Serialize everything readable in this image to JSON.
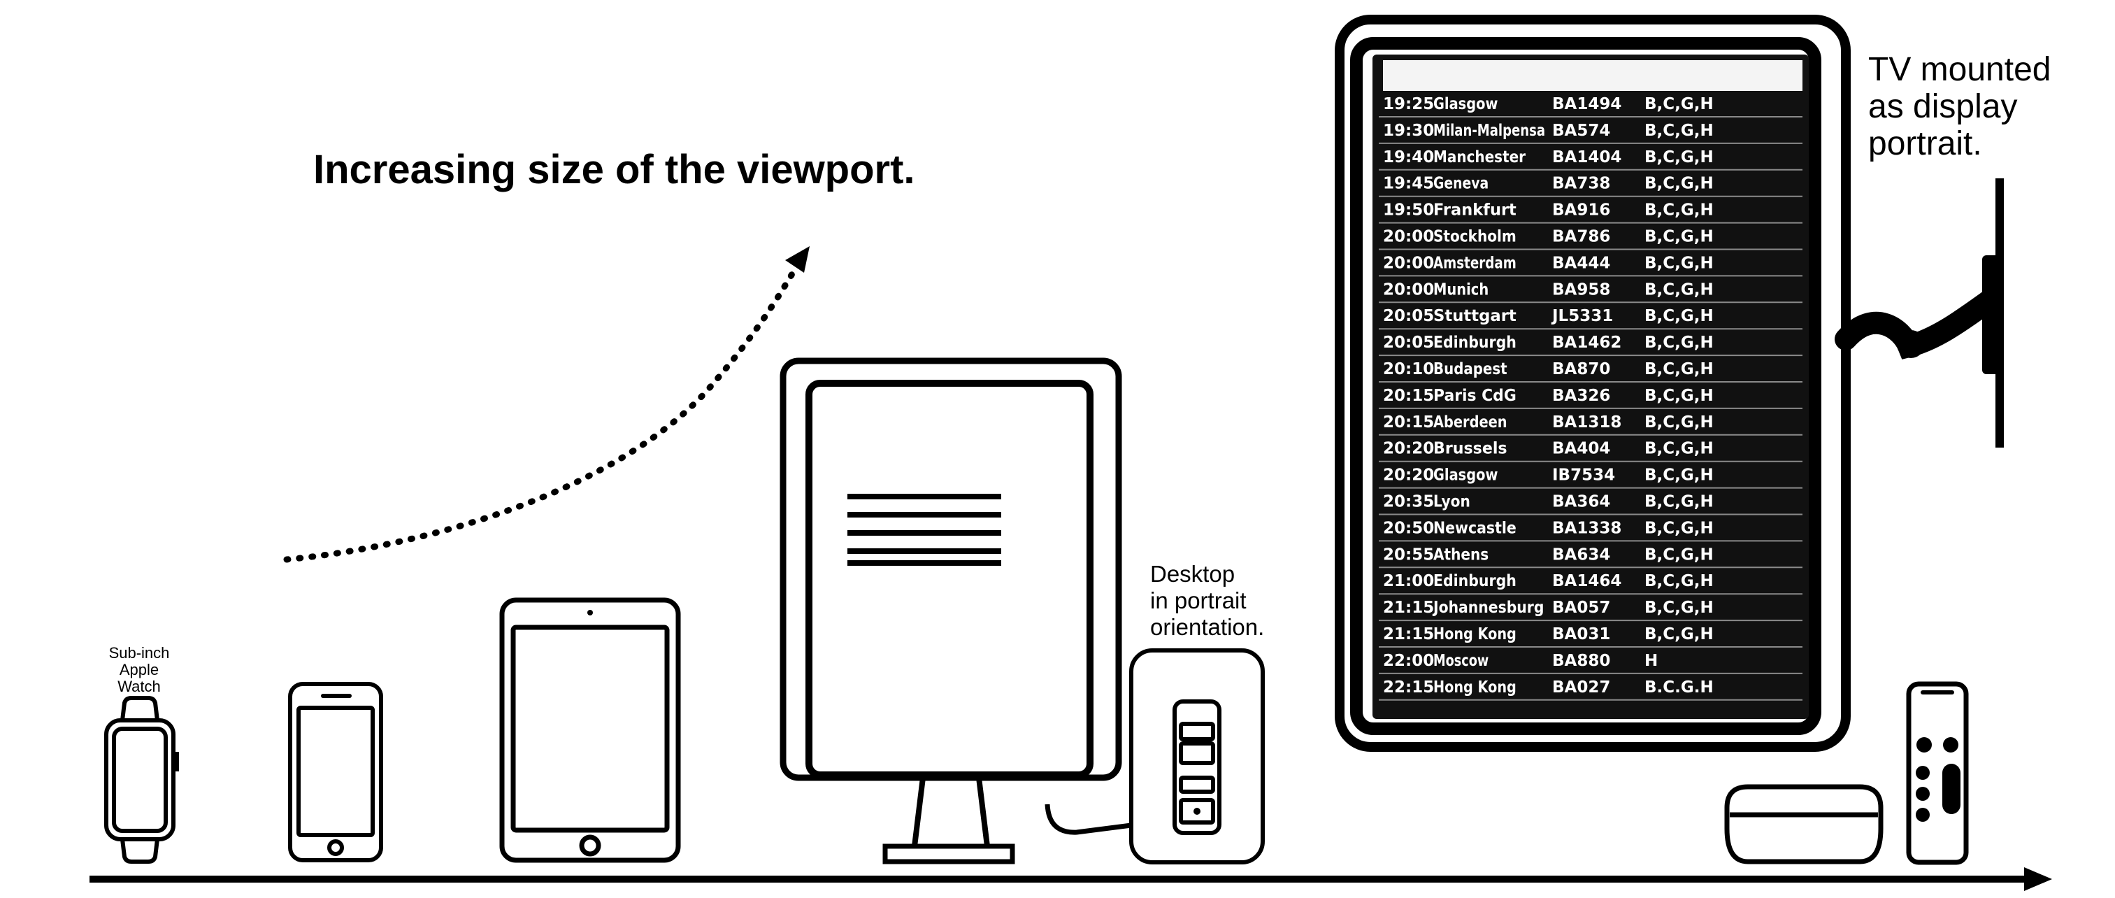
{
  "title": "Increasing size of the viewport.",
  "labels": {
    "watch": [
      "Sub-inch",
      "Apple",
      "Watch"
    ],
    "desktop": [
      "Desktop",
      "in portrait",
      "orientation."
    ],
    "tv": [
      "TV mounted",
      "as display",
      "portrait."
    ]
  },
  "departures": [
    {
      "time": "19:25",
      "destination": "Glasgow",
      "flight": "BA1494",
      "gates": "B,C,G,H"
    },
    {
      "time": "19:30",
      "destination": "Milan-Malpensa",
      "flight": "BA574",
      "gates": "B,C,G,H"
    },
    {
      "time": "19:40",
      "destination": "Manchester",
      "flight": "BA1404",
      "gates": "B,C,G,H"
    },
    {
      "time": "19:45",
      "destination": "Geneva",
      "flight": "BA738",
      "gates": "B,C,G,H"
    },
    {
      "time": "19:50",
      "destination": "Frankfurt",
      "flight": "BA916",
      "gates": "B,C,G,H"
    },
    {
      "time": "20:00",
      "destination": "Stockholm",
      "flight": "BA786",
      "gates": "B,C,G,H"
    },
    {
      "time": "20:00",
      "destination": "Amsterdam",
      "flight": "BA444",
      "gates": "B,C,G,H"
    },
    {
      "time": "20:00",
      "destination": "Munich",
      "flight": "BA958",
      "gates": "B,C,G,H"
    },
    {
      "time": "20:05",
      "destination": "Stuttgart",
      "flight": "JL5331",
      "gates": "B,C,G,H"
    },
    {
      "time": "20:05",
      "destination": "Edinburgh",
      "flight": "BA1462",
      "gates": "B,C,G,H"
    },
    {
      "time": "20:10",
      "destination": "Budapest",
      "flight": "BA870",
      "gates": "B,C,G,H"
    },
    {
      "time": "20:15",
      "destination": "Paris CdG",
      "flight": "BA326",
      "gates": "B,C,G,H"
    },
    {
      "time": "20:15",
      "destination": "Aberdeen",
      "flight": "BA1318",
      "gates": "B,C,G,H"
    },
    {
      "time": "20:20",
      "destination": "Brussels",
      "flight": "BA404",
      "gates": "B,C,G,H"
    },
    {
      "time": "20:20",
      "destination": "Glasgow",
      "flight": "IB7534",
      "gates": "B,C,G,H"
    },
    {
      "time": "20:35",
      "destination": "Lyon",
      "flight": "BA364",
      "gates": "B,C,G,H"
    },
    {
      "time": "20:50",
      "destination": "Newcastle",
      "flight": "BA1338",
      "gates": "B,C,G,H"
    },
    {
      "time": "20:55",
      "destination": "Athens",
      "flight": "BA634",
      "gates": "B,C,G,H"
    },
    {
      "time": "21:00",
      "destination": "Edinburgh",
      "flight": "BA1464",
      "gates": "B,C,G,H"
    },
    {
      "time": "21:15",
      "destination": "Johannesburg",
      "flight": "BA057",
      "gates": "B,C,G,H"
    },
    {
      "time": "21:15",
      "destination": "Hong Kong",
      "flight": "BA031",
      "gates": "B,C,G,H"
    },
    {
      "time": "22:00",
      "destination": "Moscow",
      "flight": "BA880",
      "gates": "H"
    },
    {
      "time": "22:15",
      "destination": "Hong Kong",
      "flight": "BA027",
      "gates": "B.C.G.H"
    }
  ],
  "colors": {
    "ink": "#000000",
    "board": "#111111",
    "paper": "#ffffff"
  }
}
